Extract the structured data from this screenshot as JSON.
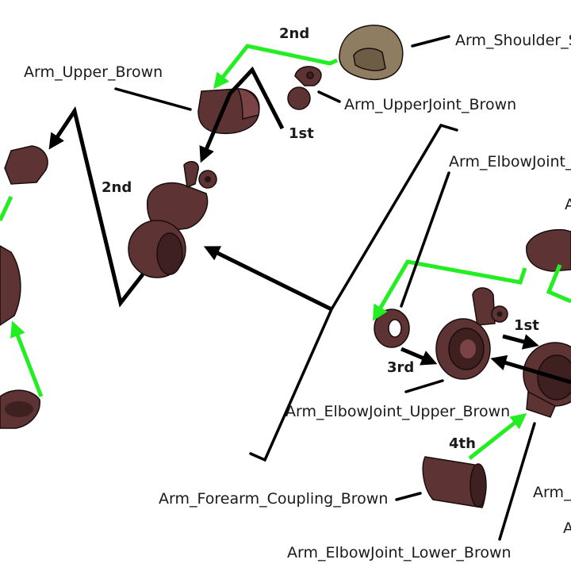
{
  "colors": {
    "part_brown": "#5e3334",
    "part_brown_dark": "#3f2021",
    "part_brown_light": "#7a4446",
    "shoulder_tan": "#8f7d62",
    "shoulder_tan_dark": "#6d5d45",
    "assembly_arrow": "#22ee22",
    "leader_line": "#000000"
  },
  "labels": {
    "arm_shoulder": "Arm_Shoulder_S",
    "arm_upper": "Arm_Upper_Brown",
    "arm_upperjoint": "Arm_UpperJoint_Brown",
    "arm_elbowjoint_top": "Arm_ElbowJoint_",
    "arm_elbowjoint_upper": "Arm_ElbowJoint_Upper_Brown",
    "arm_forearm_coupling": "Arm_Forearm_Coupling_Brown",
    "arm_elbowjoint_lower": "Arm_ElbowJoint_Lower_Brown",
    "cut_right_1": "Arm_",
    "cut_right_2": "A",
    "cut_right_3": "A"
  },
  "steps": {
    "second_top": "2nd",
    "first_top": "1st",
    "second_left": "2nd",
    "first_right": "1st",
    "third": "3rd",
    "fourth": "4th"
  }
}
